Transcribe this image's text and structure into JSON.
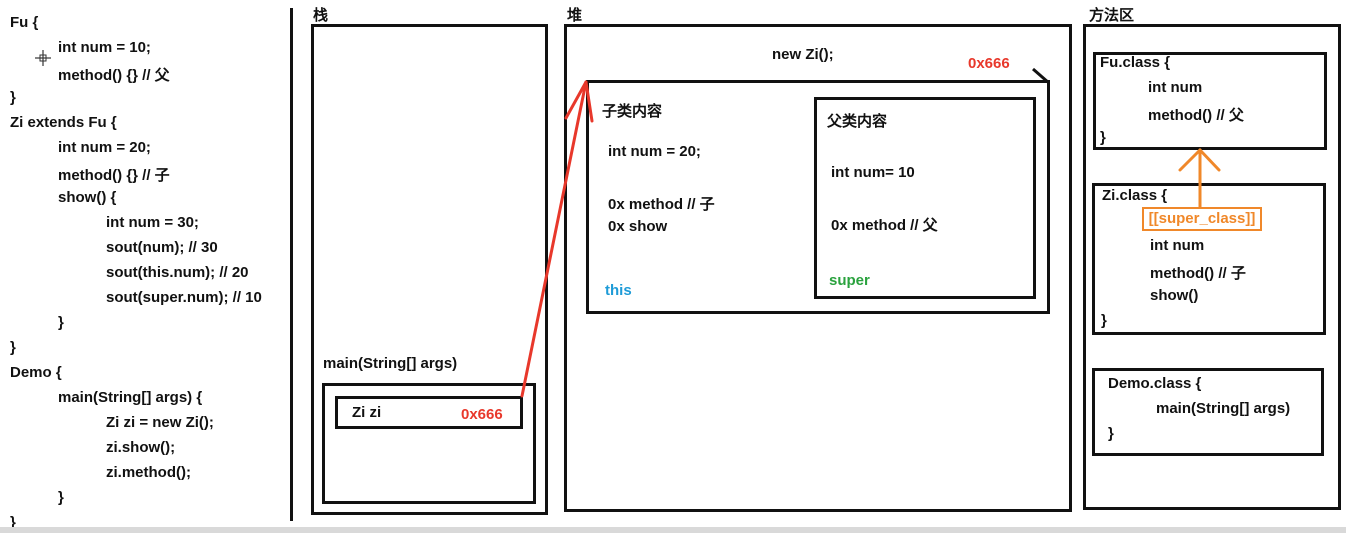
{
  "code": {
    "lines": [
      {
        "text": "Fu {",
        "indent": 0
      },
      {
        "text": "int num = 10;",
        "indent": 1
      },
      {
        "text": "method() {} // 父",
        "indent": 1
      },
      {
        "text": "}",
        "indent": 0
      },
      {
        "text": "Zi extends Fu {",
        "indent": 0
      },
      {
        "text": "int num = 20;",
        "indent": 1
      },
      {
        "text": "method() {} // 子",
        "indent": 1
      },
      {
        "text": "show() {",
        "indent": 1
      },
      {
        "text": "int num = 30;",
        "indent": 2
      },
      {
        "text": "sout(num); // 30",
        "indent": 2
      },
      {
        "text": "sout(this.num); // 20",
        "indent": 2
      },
      {
        "text": "sout(super.num); // 10",
        "indent": 2
      },
      {
        "text": "}",
        "indent": 1
      },
      {
        "text": "}",
        "indent": 0
      },
      {
        "text": "Demo {",
        "indent": 0
      },
      {
        "text": "main(String[] args) {",
        "indent": 1
      },
      {
        "text": "Zi zi = new Zi();",
        "indent": 2
      },
      {
        "text": "zi.show();",
        "indent": 2
      },
      {
        "text": "zi.method();",
        "indent": 2
      },
      {
        "text": "}",
        "indent": 1
      },
      {
        "text": "}",
        "indent": 0
      }
    ]
  },
  "stack": {
    "title": "栈",
    "frame_label": "main(String[] args)",
    "var_name": "Zi zi",
    "var_value": "0x666"
  },
  "heap": {
    "title": "堆",
    "new_label": "new Zi();",
    "address": "0x666",
    "child": {
      "title": "子类内容",
      "num": "int num = 20;",
      "method": "0x method // 子",
      "show": "0x show",
      "this_label": "this"
    },
    "parent": {
      "title": "父类内容",
      "num": "int num= 10",
      "method": "0x method // 父",
      "super_label": "super"
    }
  },
  "method_area": {
    "title": "方法区",
    "fu_class": {
      "header": "Fu.class {",
      "num": "int num",
      "method": "method() // 父",
      "close": "}"
    },
    "zi_class": {
      "header": "Zi.class {",
      "super_ref": "[[super_class]]",
      "num": "int num",
      "method": "method() // 子",
      "show": "show()",
      "close": "}"
    },
    "demo_class": {
      "header": "Demo.class {",
      "main": "main(String[] args)",
      "close": "}"
    }
  },
  "colors": {
    "ink": "#111111",
    "red": "#e8382b",
    "blue": "#1e9bd7",
    "green": "#2aa23e",
    "orange": "#f0882a"
  }
}
